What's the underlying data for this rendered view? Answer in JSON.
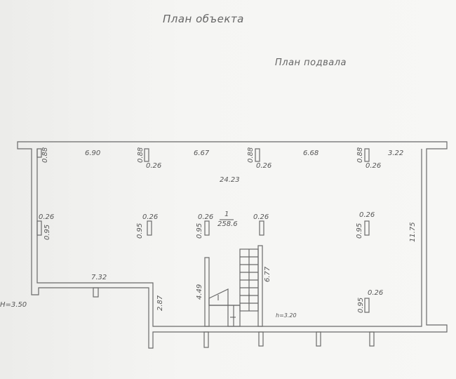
{
  "titles": {
    "object_plan": "План объекта",
    "basement_plan": "План подвала"
  },
  "room": {
    "number": "1",
    "area": "258.6"
  },
  "dimensions": {
    "top_segments": [
      "6.90",
      "6.67",
      "6.68",
      "3.22"
    ],
    "pier_depth": "0.88",
    "pier_width": "0.26",
    "total_length": "24.23",
    "column_width": "0.26",
    "column_depth": "0.95",
    "right_height": "11.75",
    "left_recess_width": "7.32",
    "left_recess_depth": "2.87",
    "stair_wall_left": "4.49",
    "stair_wall_right": "6.77",
    "outside_height": "H=3.50",
    "ceiling_height": "h=3.20"
  },
  "colors": {
    "paper": "#f2f2f0",
    "lines": "#6a6a6a",
    "text": "#555555"
  }
}
